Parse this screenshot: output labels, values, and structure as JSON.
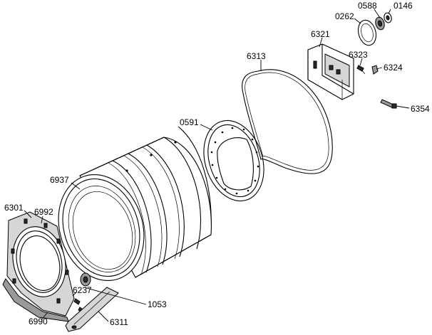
{
  "parts": [
    {
      "id": "p0588",
      "number": "0588"
    },
    {
      "id": "p0146",
      "number": "0146"
    },
    {
      "id": "p0262",
      "number": "0262"
    },
    {
      "id": "p6321",
      "number": "6321"
    },
    {
      "id": "p6323",
      "number": "6323"
    },
    {
      "id": "p6313",
      "number": "6313"
    },
    {
      "id": "p6324",
      "number": "6324"
    },
    {
      "id": "p6354",
      "number": "6354"
    },
    {
      "id": "p0591",
      "number": "0591"
    },
    {
      "id": "p6937",
      "number": "6937"
    },
    {
      "id": "p6301",
      "number": "6301"
    },
    {
      "id": "p6992",
      "number": "6992"
    },
    {
      "id": "p6237",
      "number": "6237"
    },
    {
      "id": "p1053",
      "number": "1053"
    },
    {
      "id": "p6990",
      "number": "6990"
    },
    {
      "id": "p6311",
      "number": "6311"
    }
  ],
  "colors": {
    "line": "#000000",
    "part_fill": "#ffffff",
    "shade_light": "#d6d6d6",
    "shade_mid": "#9a9a9a",
    "shade_dark": "#2b2b2b"
  }
}
